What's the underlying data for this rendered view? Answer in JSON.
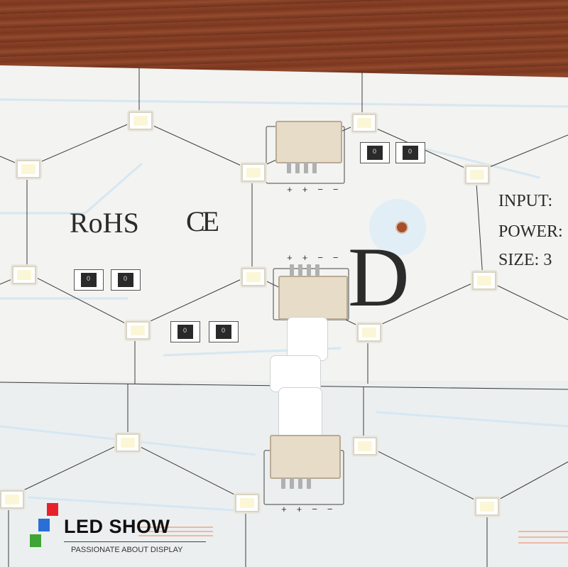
{
  "board": {
    "rohs_mark": "RoHS",
    "ce_mark": "CE",
    "model_letter": "D",
    "spec_input": "INPUT: ",
    "spec_power": "POWER:",
    "spec_size": "SIZE: 3",
    "polarity_top": "+ + − −",
    "polarity_mid": "+ + − −",
    "polarity_bottom": "+ + − −"
  },
  "watermark": {
    "brand": "LED SHOW",
    "tagline": "PASSIONATE ABOUT DISPLAY",
    "colors": [
      "#e8202a",
      "#2a6fd6",
      "#3fa535"
    ]
  },
  "colors": {
    "wood": "#7b381f",
    "board": "#f3f3f1",
    "trace": "#cfe3ee"
  }
}
